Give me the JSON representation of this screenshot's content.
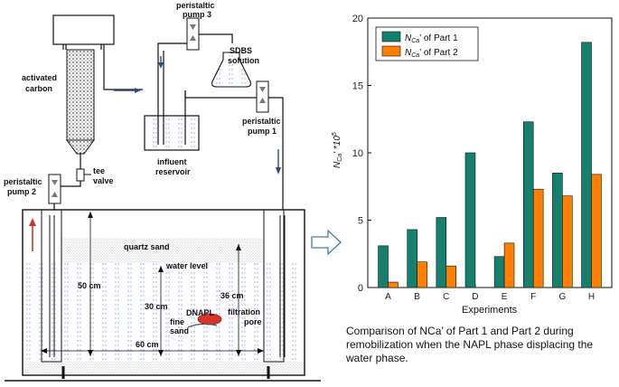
{
  "apparatus": {
    "labels": {
      "pump3": [
        "peristaltic",
        "pump 3"
      ],
      "sdbs": [
        "SDBS",
        "solution"
      ],
      "activated_carbon": [
        "activated",
        "carbon"
      ],
      "pump1": [
        "peristaltic",
        "pump 1"
      ],
      "influent": [
        "influent",
        "reservoir"
      ],
      "pump2": [
        "peristaltic",
        "pump 2"
      ],
      "tee": [
        "tee",
        "valve"
      ],
      "quartz_sand": "quartz sand",
      "water_level": "water level",
      "dim_50": "50 cm",
      "dim_30": "30 cm",
      "dim_36": "36 cm",
      "dim_60": "60 cm",
      "dnapl": "DNAPL",
      "fine_sand": [
        "fine",
        "sand"
      ],
      "filtration": [
        "filtration",
        "pore"
      ]
    },
    "colors": {
      "water": "#4a6fb0",
      "arrow": "#2b4a8a",
      "red_arrow": "#c0392b",
      "dnapl": "#d9342b"
    }
  },
  "chart_data": {
    "type": "bar",
    "categories": [
      "A",
      "B",
      "C",
      "D",
      "E",
      "F",
      "G",
      "H"
    ],
    "series": [
      {
        "name": "N_Ca' of Part 1",
        "color": "#16806f",
        "values": [
          3.1,
          4.3,
          5.2,
          10.0,
          2.3,
          12.3,
          8.5,
          18.2
        ]
      },
      {
        "name": "N_Ca' of Part 2",
        "color": "#ff8000",
        "values": [
          0.4,
          1.9,
          1.6,
          null,
          3.3,
          7.3,
          6.8,
          8.4
        ]
      }
    ],
    "legend_labels": [
      {
        "main": "N",
        "sub": "Ca",
        "rest": "' of Part 1"
      },
      {
        "main": "N",
        "sub": "Ca",
        "rest": "' of Part 2"
      }
    ],
    "ylabel": {
      "main": "N",
      "sub": "Ca",
      "rest": "' *10",
      "sup": "5"
    },
    "xlabel": "Experiments",
    "ylim": [
      0,
      20
    ],
    "yticks": [
      "0",
      "5",
      "10",
      "15",
      "20"
    ],
    "legend_position": "top-left"
  },
  "caption": "Comparison of NCa’  of Part 1 and Part 2 during remobilization when the NAPL phase displacing the water phase."
}
